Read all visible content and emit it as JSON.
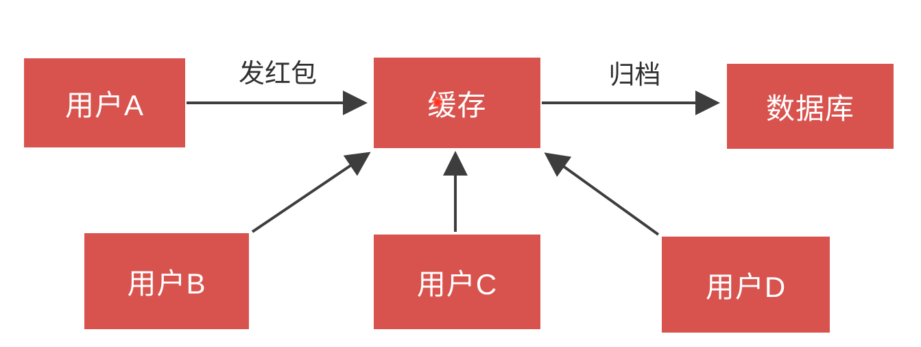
{
  "diagram": {
    "title": "red-packet cache flow diagram",
    "colors": {
      "node_fill": "#d9534e",
      "node_text": "#ffffff",
      "arrow": "#3d3d3d",
      "edge_label_text": "#303030",
      "cursor_dot": "#ff2b1a"
    },
    "nodes": [
      {
        "id": "user-a",
        "label": "用户A"
      },
      {
        "id": "cache",
        "label": "缓存"
      },
      {
        "id": "database",
        "label": "数据库"
      },
      {
        "id": "user-b",
        "label": "用户B"
      },
      {
        "id": "user-c",
        "label": "用户C"
      },
      {
        "id": "user-d",
        "label": "用户D"
      }
    ],
    "edges": [
      {
        "from": "user-a",
        "to": "cache",
        "label": "发红包"
      },
      {
        "from": "cache",
        "to": "database",
        "label": "归档"
      },
      {
        "from": "user-b",
        "to": "cache",
        "label": ""
      },
      {
        "from": "user-c",
        "to": "cache",
        "label": ""
      },
      {
        "from": "user-d",
        "to": "cache",
        "label": ""
      }
    ]
  }
}
